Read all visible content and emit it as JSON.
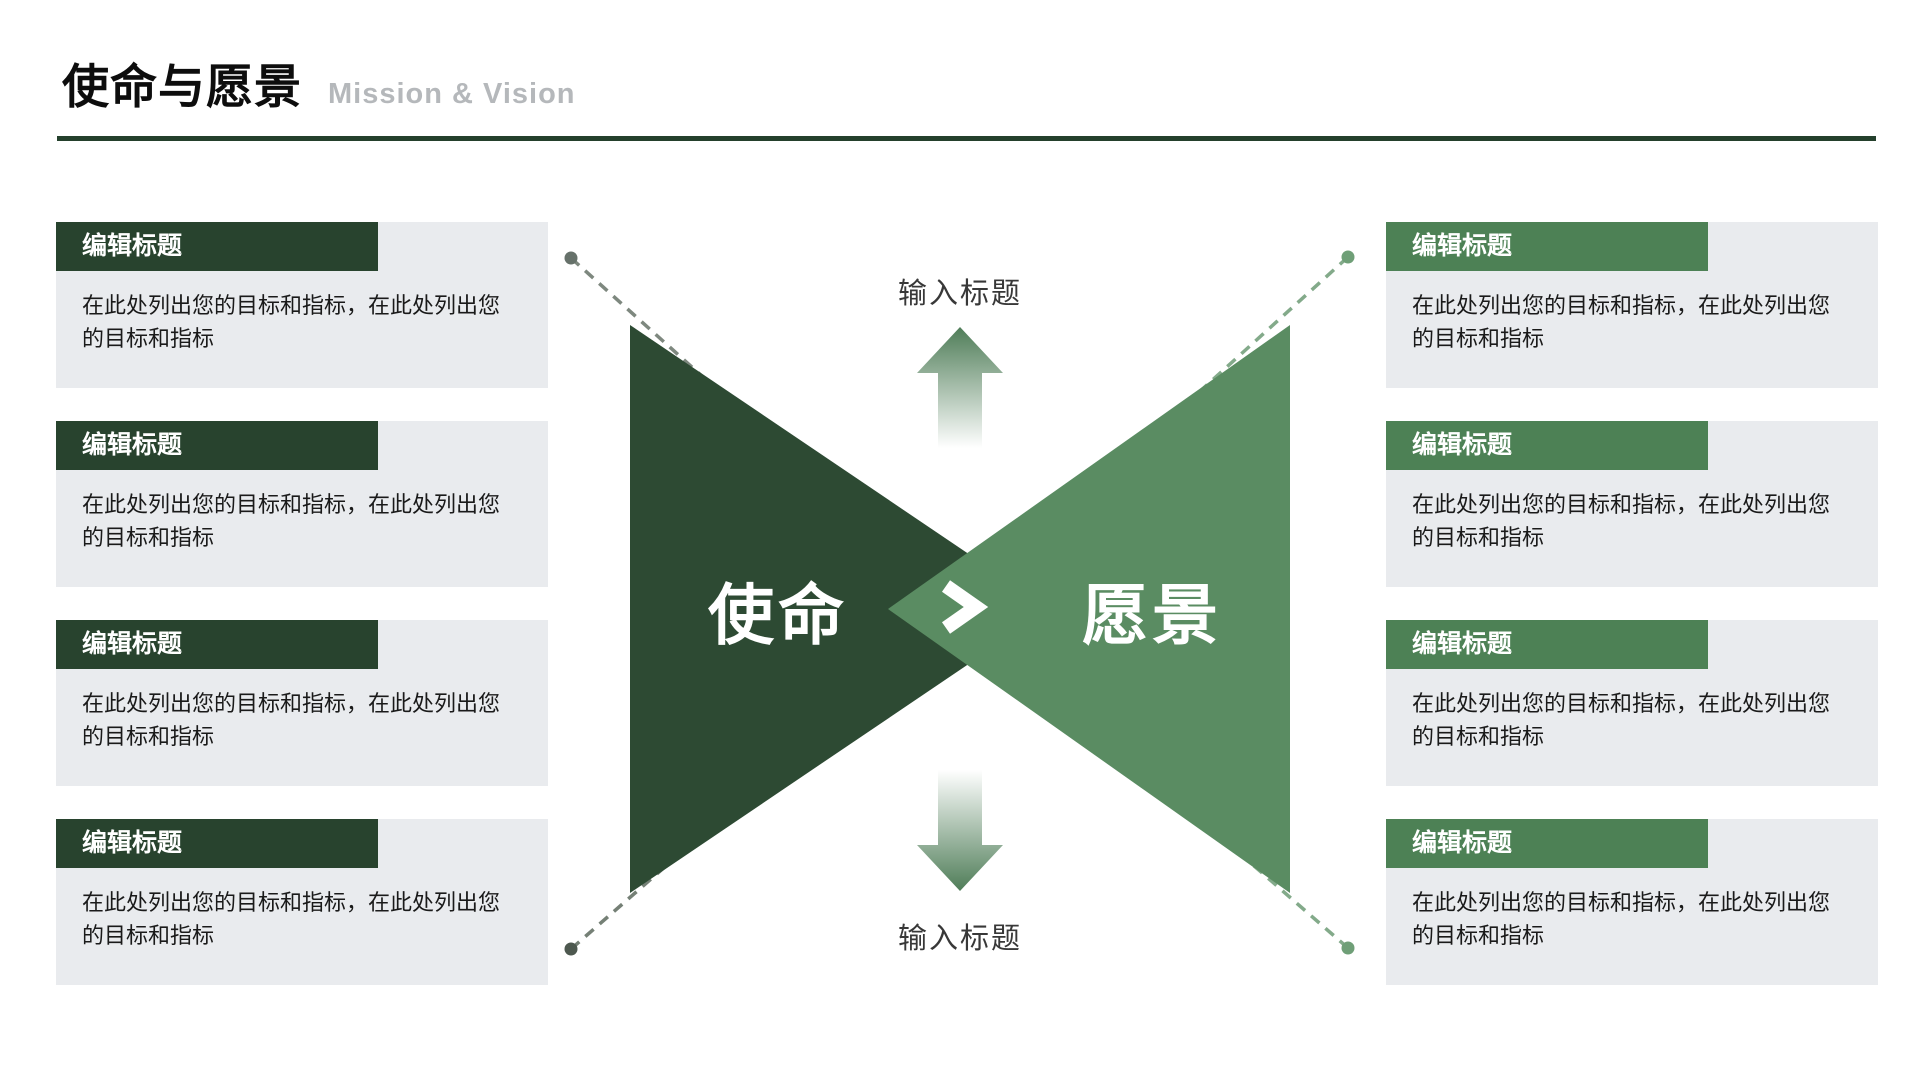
{
  "header": {
    "title": "使命与愿景",
    "subtitle": "Mission & Vision"
  },
  "diagram": {
    "top_label": "输入标题",
    "bottom_label": "输入标题",
    "left_triangle_label": "使命",
    "right_triangle_label": "愿景"
  },
  "cards": {
    "left": [
      {
        "title": "编辑标题",
        "body": "在此处列出您的目标和指标，在此处列出您的目标和指标"
      },
      {
        "title": "编辑标题",
        "body": "在此处列出您的目标和指标，在此处列出您的目标和指标"
      },
      {
        "title": "编辑标题",
        "body": "在此处列出您的目标和指标，在此处列出您的目标和指标"
      },
      {
        "title": "编辑标题",
        "body": "在此处列出您的目标和指标，在此处列出您的目标和指标"
      }
    ],
    "right": [
      {
        "title": "编辑标题",
        "body": "在此处列出您的目标和指标，在此处列出您的目标和指标"
      },
      {
        "title": "编辑标题",
        "body": "在此处列出您的目标和指标，在此处列出您的目标和指标"
      },
      {
        "title": "编辑标题",
        "body": "在此处列出您的目标和指标，在此处列出您的目标和指标"
      },
      {
        "title": "编辑标题",
        "body": "在此处列出您的目标和指标，在此处列出您的目标和指标"
      }
    ]
  },
  "colors": {
    "title_rule": "#24402c",
    "dark_triangle": "#2d4a33",
    "green_triangle": "#5a8c62",
    "dark_card_header": "#28432e",
    "green_card_header": "#4d8155",
    "card_background": "#e9ebee",
    "subtitle_gray": "#b5b8bb",
    "arrow_green": "#4f7d58",
    "left_connector": "#5c675e",
    "right_connector": "#6f9f77"
  }
}
